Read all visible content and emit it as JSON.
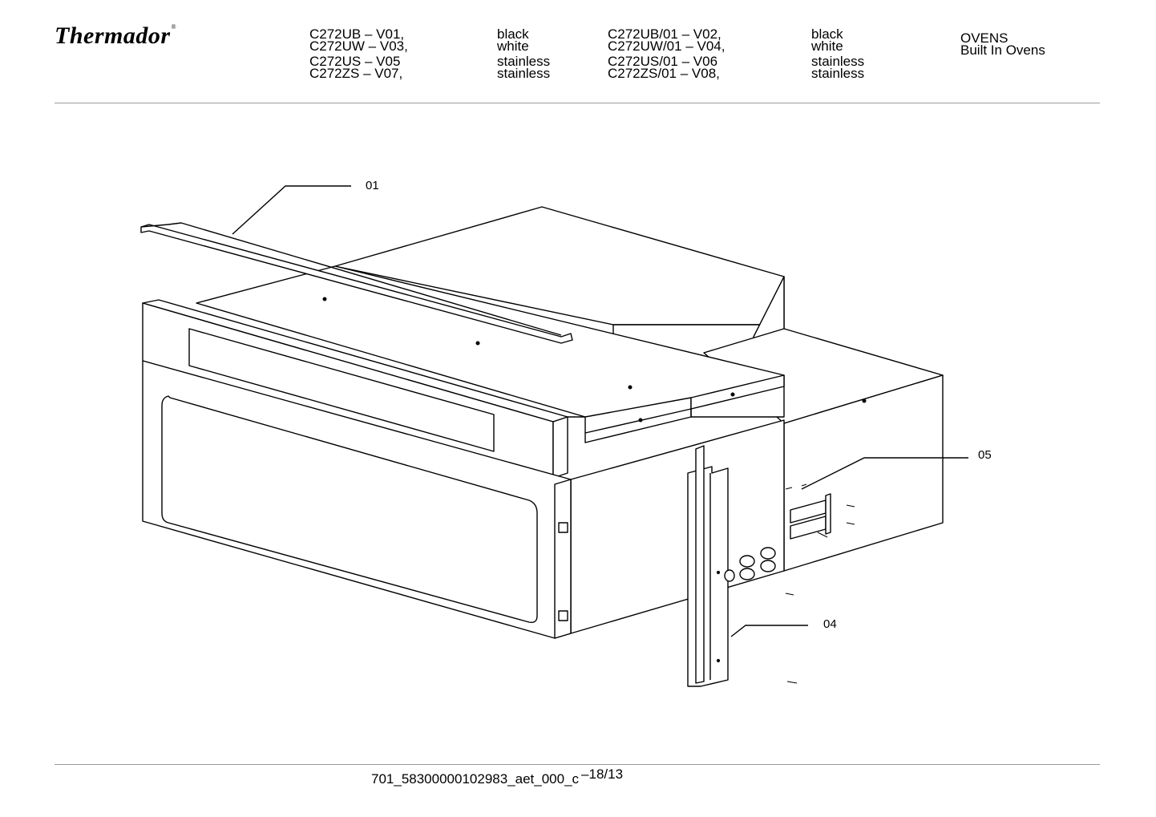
{
  "header": {
    "brand": "Thermador",
    "brand_mark": "®",
    "models": [
      {
        "code": "C272UB – V01,",
        "finish": "black"
      },
      {
        "code": "C272UW – V03,",
        "finish": "white"
      },
      {
        "code": "C272US – V05",
        "finish": "stainless"
      },
      {
        "code": "C272ZS – V07,",
        "finish": "stainless"
      },
      {
        "code": "C272UB/01 – V02,",
        "finish": "black"
      },
      {
        "code": "C272UW/01 – V04,",
        "finish": "white"
      },
      {
        "code": "C272US/01 – V06",
        "finish": "stainless"
      },
      {
        "code": "C272ZS/01 – V08,",
        "finish": "stainless"
      }
    ],
    "category": "OVENS",
    "subcategory": "Built In Ovens"
  },
  "diagram": {
    "callouts": [
      {
        "id": "01",
        "label": "01"
      },
      {
        "id": "05",
        "label": "05"
      },
      {
        "id": "04",
        "label": "04"
      }
    ]
  },
  "footer": {
    "doc_id": "701_58300000102983_aet_000_c",
    "page": "–18/13"
  }
}
